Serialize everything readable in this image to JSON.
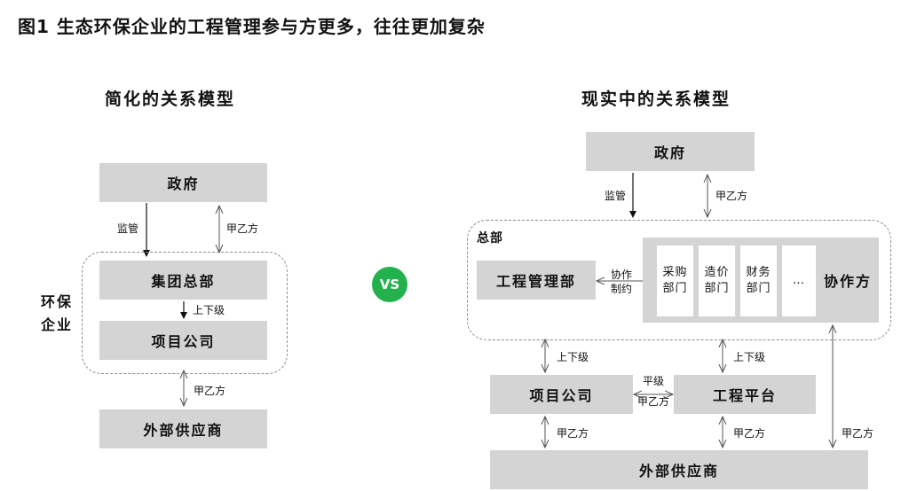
{
  "title": "图1 生态环保企业的工程管理参与方更多，往往更加复杂",
  "vs_label": "VS",
  "left": {
    "heading": "简化的关系模型",
    "nodes": {
      "gov": "政府",
      "group_hq": "集团总部",
      "project_co": "项目公司",
      "supplier": "外部供应商"
    },
    "group_label": "环保企业",
    "edges": {
      "supervise": "监管",
      "party_ab_top": "甲乙方",
      "hierarchy": "上下级",
      "party_ab_bottom": "甲乙方"
    }
  },
  "right": {
    "heading": "现实中的关系模型",
    "nodes": {
      "gov": "政府",
      "hq_label": "总部",
      "eng_mgmt": "工程管理部",
      "purchase": "采购部门",
      "cost": "造价部门",
      "finance": "财务部门",
      "ellipsis": "…",
      "collab_group": "协作方",
      "project_co": "项目公司",
      "eng_platform": "工程平台",
      "supplier": "外部供应商"
    },
    "edges": {
      "supervise": "监管",
      "party_ab_top": "甲乙方",
      "collab_1": "协作",
      "collab_2": "制约",
      "hier_left": "上下级",
      "hier_right": "上下级",
      "peer": "平级",
      "party_ab_mid": "甲乙方",
      "ab_left": "甲乙方",
      "ab_mid": "甲乙方",
      "ab_right": "甲乙方"
    }
  }
}
